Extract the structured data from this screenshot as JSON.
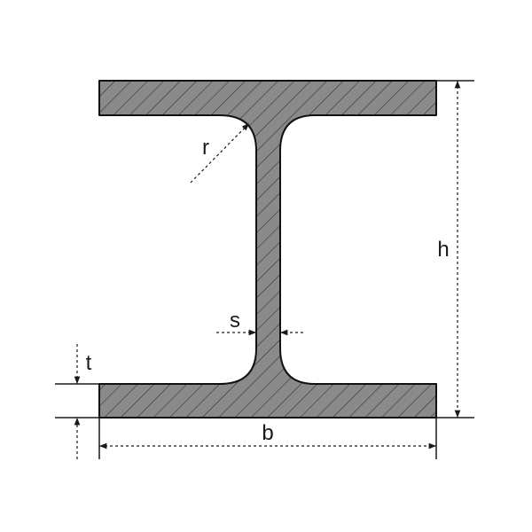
{
  "labels": {
    "h": "h",
    "b": "b",
    "s": "s",
    "t": "t",
    "r": "r"
  },
  "colors": {
    "fill": "#8a8a8a",
    "hatch": "#2b2b2b",
    "outline": "#111111",
    "dimension": "#1a1a1a"
  }
}
